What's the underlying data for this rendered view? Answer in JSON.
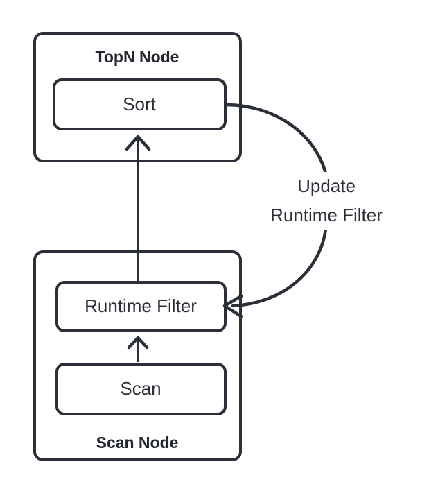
{
  "diagram": {
    "type": "flow-diagram",
    "background_color": "#ffffff",
    "stroke_color": "#2b2f38",
    "nodes": [
      {
        "id": "topn-node",
        "title": "TopN Node",
        "title_weight": "bold",
        "children": [
          {
            "id": "sort",
            "label": "Sort"
          }
        ]
      },
      {
        "id": "scan-node",
        "title": "Scan Node",
        "title_weight": "bold",
        "children": [
          {
            "id": "runtime-filter",
            "label": "Runtime Filter"
          },
          {
            "id": "scan",
            "label": "Scan"
          }
        ]
      }
    ],
    "edges": [
      {
        "id": "scan-to-runtime-filter",
        "from": "scan",
        "to": "runtime-filter",
        "label": "",
        "style": "straight-arrow-up"
      },
      {
        "id": "scan-node-to-sort",
        "from": "scan-node",
        "to": "sort",
        "label": "",
        "style": "straight-arrow-up"
      },
      {
        "id": "sort-to-runtime-filter",
        "from": "sort",
        "to": "runtime-filter",
        "label_line1": "Update",
        "label_line2": "Runtime Filter",
        "style": "curved-arrow-feedback"
      }
    ]
  }
}
